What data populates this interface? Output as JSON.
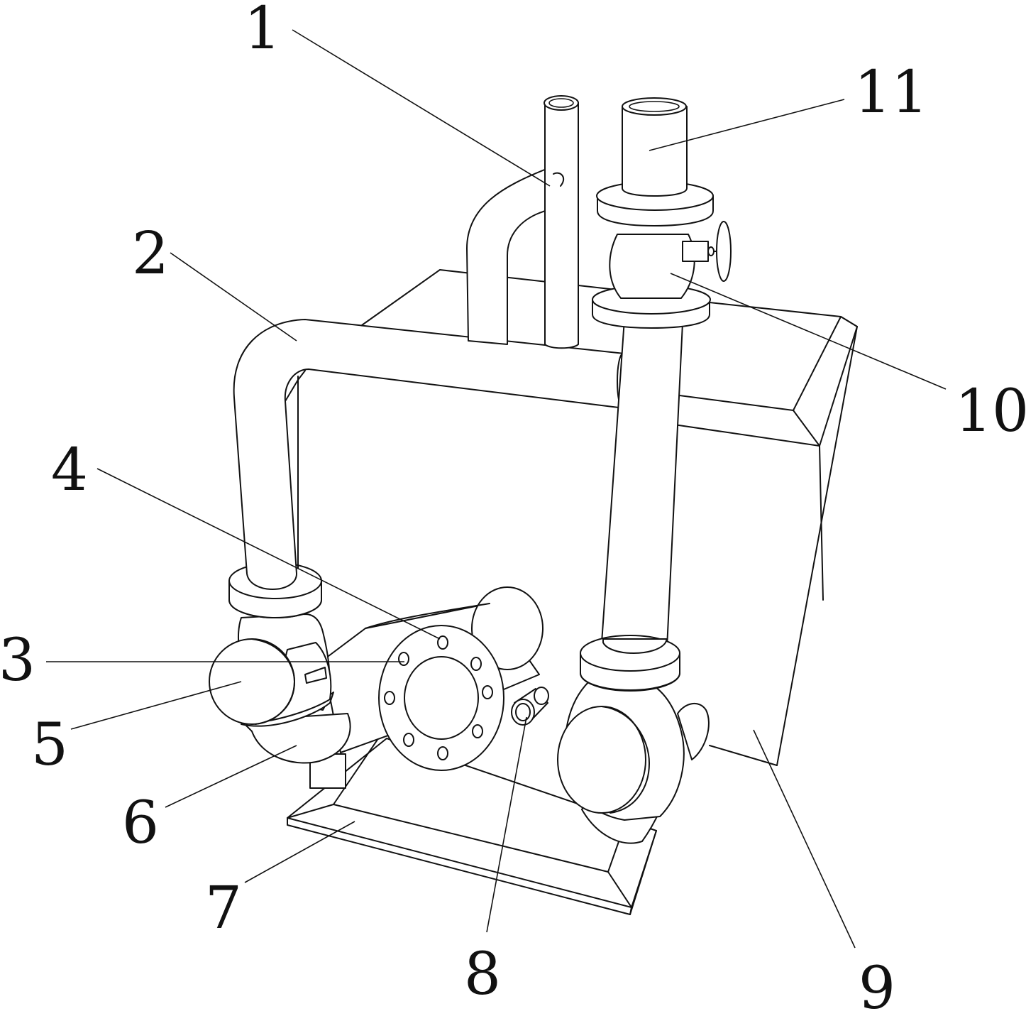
{
  "figure": {
    "callouts": [
      {
        "id": "c1",
        "text": "1"
      },
      {
        "id": "c2",
        "text": "2"
      },
      {
        "id": "c3",
        "text": "3"
      },
      {
        "id": "c4",
        "text": "4"
      },
      {
        "id": "c5",
        "text": "5"
      },
      {
        "id": "c6",
        "text": "6"
      },
      {
        "id": "c7",
        "text": "7"
      },
      {
        "id": "c8",
        "text": "8"
      },
      {
        "id": "c9",
        "text": "9"
      },
      {
        "id": "c10",
        "text": "10"
      },
      {
        "id": "c11",
        "text": "11"
      }
    ],
    "colors": {
      "line": "#111111",
      "background": "#ffffff"
    }
  }
}
